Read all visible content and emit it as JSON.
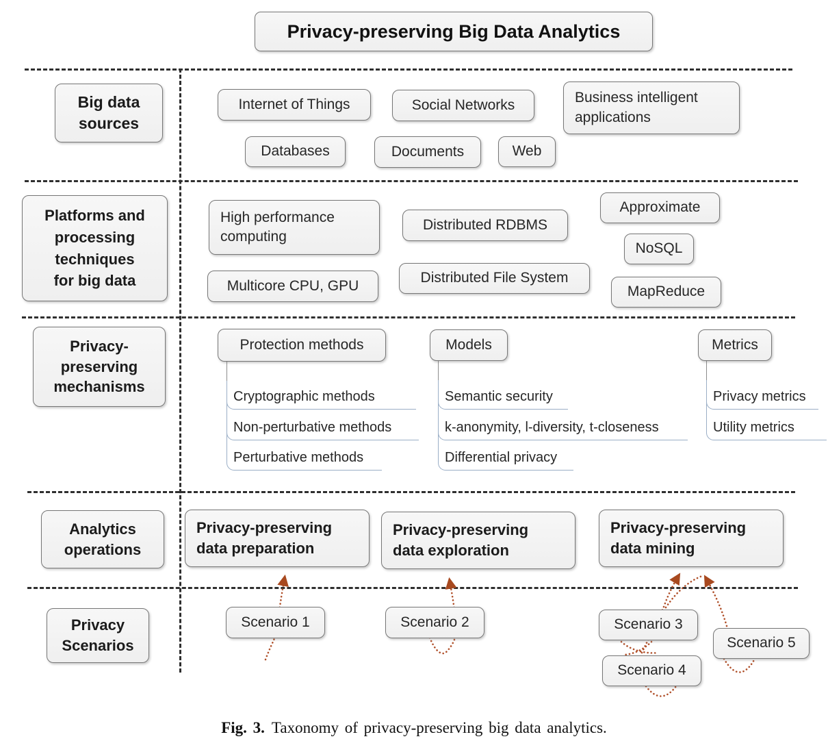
{
  "title": "Privacy-preserving Big Data Analytics",
  "caption": {
    "label": "Fig. 3.",
    "text": "Taxonomy of privacy-preserving big data analytics."
  },
  "rows": {
    "sources": {
      "label": "Big data\nsources",
      "items": {
        "iot": "Internet of Things",
        "social": "Social Networks",
        "bi": "Business intelligent\napplications",
        "databases": "Databases",
        "documents": "Documents",
        "web": "Web"
      }
    },
    "platforms": {
      "label": "Platforms and\nprocessing\ntechniques\nfor big data",
      "items": {
        "hpc": "High performance\ncomputing",
        "rdbms": "Distributed RDBMS",
        "approx": "Approximate",
        "nosql": "NoSQL",
        "multicore": "Multicore CPU, GPU",
        "dfs": "Distributed File System",
        "mapreduce": "MapReduce"
      }
    },
    "mechanisms": {
      "label": "Privacy-\npreserving\nmechanisms",
      "groups": {
        "protection": {
          "title": "Protection methods",
          "items": {
            "crypto": "Cryptographic methods",
            "nonpert": "Non-perturbative methods",
            "pert": "Perturbative methods"
          }
        },
        "models": {
          "title": "Models",
          "items": {
            "semantic": "Semantic security",
            "kanon": "k-anonymity, l-diversity, t-closeness",
            "dp": "Differential privacy"
          }
        },
        "metrics": {
          "title": "Metrics",
          "items": {
            "privacy": "Privacy metrics",
            "utility": "Utility metrics"
          }
        }
      }
    },
    "operations": {
      "label": "Analytics\noperations",
      "items": {
        "prep": "Privacy-preserving\ndata preparation",
        "explore": "Privacy-preserving\ndata exploration",
        "mining": "Privacy-preserving\ndata mining"
      }
    },
    "scenarios": {
      "label": "Privacy\nScenarios",
      "items": {
        "s1": "Scenario 1",
        "s2": "Scenario 2",
        "s3": "Scenario 3",
        "s4": "Scenario 4",
        "s5": "Scenario 5"
      }
    }
  },
  "style": {
    "arrow_color": "#b0502a",
    "arrowhead_color": "#a8491f",
    "underline_color": "#9aaec6",
    "box_fill": "#f2f2f2",
    "box_border": "#767676",
    "dash_color": "#2f2f2f"
  }
}
